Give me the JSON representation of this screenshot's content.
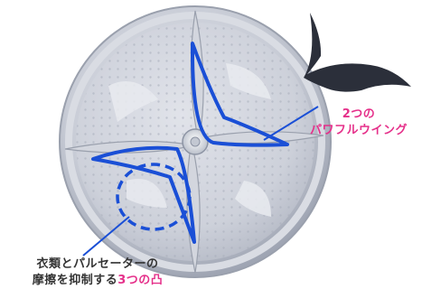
{
  "colors": {
    "accent_pink": "#e5308a",
    "annotation_blue": "#1a4fd6",
    "pulsator_gray": "#c9cdd6",
    "wing_dark": "#2b2f3a"
  },
  "annotations": {
    "wing": {
      "line1": "2つの",
      "line2": "パワフルウイング"
    },
    "bump": {
      "line1": "衣類とパルセーターの",
      "line2_prefix": "摩擦を抑制する",
      "line2_accent": "3つの凸"
    }
  },
  "icons": [
    "pulsator-disc",
    "wing-blade-icon"
  ]
}
